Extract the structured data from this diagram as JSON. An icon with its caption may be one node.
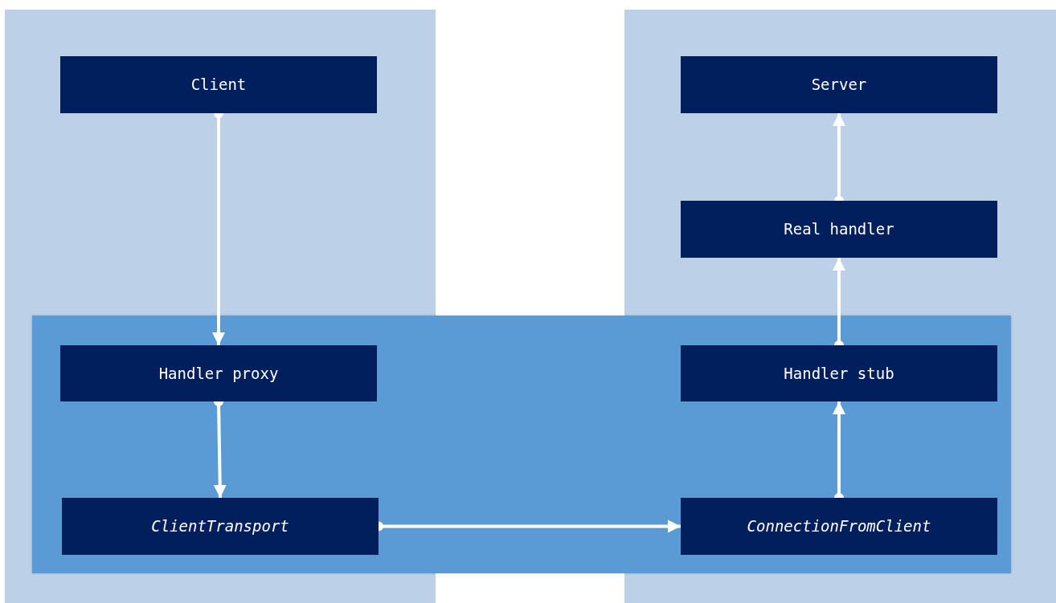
{
  "diagram": {
    "nodes": [
      {
        "text": [],
        "shape": "box"
      },
      {
        "text": [],
        "shape": "box"
      },
      {
        "text": [],
        "shape": "box"
      },
      {
        "text": [
          "Client"
        ],
        "in": 0
      },
      {
        "text": [
          "Server"
        ],
        "in": 1
      },
      {
        "text": [
          "Real handler"
        ],
        "in": 1
      },
      {
        "text": [
          "Handler proxy"
        ],
        "in": 2
      },
      {
        "text": [
          "Handler stub"
        ],
        "in": 2
      },
      {
        "text": [
          "*ClientTransport*"
        ],
        "in": 2
      },
      {
        "text": [
          "*ConnectionFromClient*"
        ],
        "in": 2
      }
    ],
    "edges": [
      {
        "from": 3,
        "to": 6,
        "arrow": "to"
      },
      {
        "from": 6,
        "to": 8,
        "arrow": "to"
      },
      {
        "from": 8,
        "to": 9,
        "arrow": "to"
      },
      {
        "from": 9,
        "to": 7,
        "arrow": "to"
      },
      {
        "from": 7,
        "to": 5,
        "arrow": "to"
      },
      {
        "from": 5,
        "to": 4,
        "arrow": "to"
      }
    ]
  }
}
